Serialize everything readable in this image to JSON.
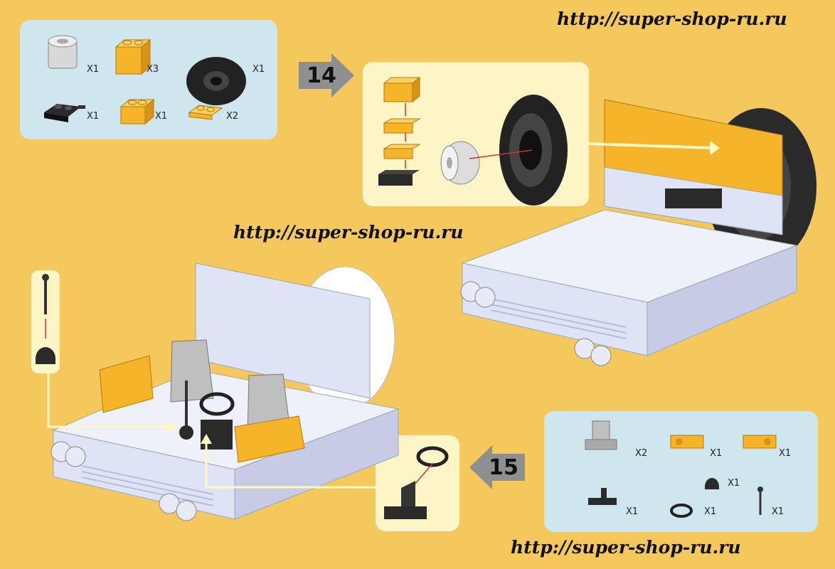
{
  "watermark": "http://super-shop-ru.ru",
  "step14": {
    "number": "14",
    "parts": [
      {
        "name": "wheel-hub",
        "qty": "X1"
      },
      {
        "name": "yellow-brick-1x2",
        "qty": "X3"
      },
      {
        "name": "black-tire",
        "qty": "X1"
      },
      {
        "name": "black-plate-pin",
        "qty": "X1"
      },
      {
        "name": "yellow-brick-1x2",
        "qty": "X1"
      },
      {
        "name": "yellow-plate-1x2",
        "qty": "X2"
      }
    ]
  },
  "step15": {
    "number": "15",
    "parts": [
      {
        "name": "grey-seat",
        "qty": "X2"
      },
      {
        "name": "yellow-plate-clip-left",
        "qty": "X1"
      },
      {
        "name": "yellow-plate-clip-right",
        "qty": "X1"
      },
      {
        "name": "black-knob",
        "qty": "X1"
      },
      {
        "name": "black-steering-base",
        "qty": "X1"
      },
      {
        "name": "black-steering-wheel",
        "qty": "X1"
      },
      {
        "name": "black-lever",
        "qty": "X1"
      }
    ]
  },
  "colors": {
    "background": "#f5c85e",
    "parts_panel": "#cfe6ee",
    "subassembly_panel": "#fdf5c6",
    "brick_yellow": "#f6b42b",
    "brick_white": "#eef0fa",
    "brick_black": "#2a2a2a",
    "step_arrow": "#8f8f8f"
  }
}
